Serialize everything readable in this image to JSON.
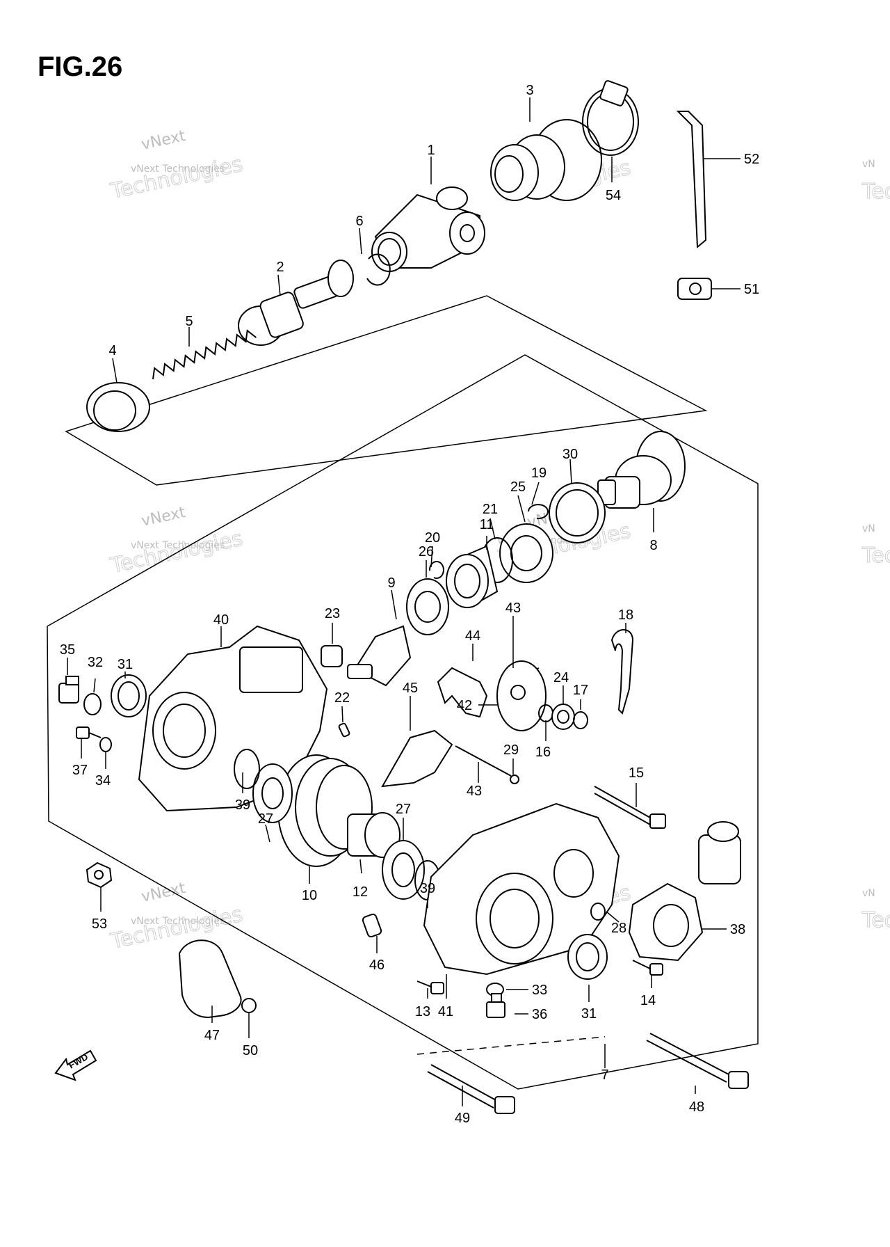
{
  "figure": {
    "title": "FIG.26"
  },
  "watermark": {
    "line1": "vNext",
    "line2": "vNext Technologies",
    "line3": "Technologies",
    "partial": "Tec",
    "partial_small": "vN"
  },
  "fwd_label": "FWD",
  "callouts": [
    {
      "id": "c1",
      "label": "1"
    },
    {
      "id": "c2",
      "label": "2"
    },
    {
      "id": "c3",
      "label": "3"
    },
    {
      "id": "c4",
      "label": "4"
    },
    {
      "id": "c5",
      "label": "5"
    },
    {
      "id": "c6",
      "label": "6"
    },
    {
      "id": "c7",
      "label": "7"
    },
    {
      "id": "c8",
      "label": "8"
    },
    {
      "id": "c9",
      "label": "9"
    },
    {
      "id": "c10",
      "label": "10"
    },
    {
      "id": "c11",
      "label": "11"
    },
    {
      "id": "c12",
      "label": "12"
    },
    {
      "id": "c13",
      "label": "13"
    },
    {
      "id": "c14",
      "label": "14"
    },
    {
      "id": "c15",
      "label": "15"
    },
    {
      "id": "c16",
      "label": "16"
    },
    {
      "id": "c17",
      "label": "17"
    },
    {
      "id": "c18",
      "label": "18"
    },
    {
      "id": "c19",
      "label": "19"
    },
    {
      "id": "c20",
      "label": "20"
    },
    {
      "id": "c21",
      "label": "21"
    },
    {
      "id": "c22",
      "label": "22"
    },
    {
      "id": "c23",
      "label": "23"
    },
    {
      "id": "c24",
      "label": "24"
    },
    {
      "id": "c25",
      "label": "25"
    },
    {
      "id": "c26",
      "label": "26"
    },
    {
      "id": "c27a",
      "label": "27"
    },
    {
      "id": "c27b",
      "label": "27"
    },
    {
      "id": "c28",
      "label": "28"
    },
    {
      "id": "c29",
      "label": "29"
    },
    {
      "id": "c30",
      "label": "30"
    },
    {
      "id": "c31a",
      "label": "31"
    },
    {
      "id": "c31b",
      "label": "31"
    },
    {
      "id": "c32",
      "label": "32"
    },
    {
      "id": "c33",
      "label": "33"
    },
    {
      "id": "c34",
      "label": "34"
    },
    {
      "id": "c35",
      "label": "35"
    },
    {
      "id": "c36",
      "label": "36"
    },
    {
      "id": "c37",
      "label": "37"
    },
    {
      "id": "c38",
      "label": "38"
    },
    {
      "id": "c39a",
      "label": "39"
    },
    {
      "id": "c39b",
      "label": "39"
    },
    {
      "id": "c40",
      "label": "40"
    },
    {
      "id": "c41",
      "label": "41"
    },
    {
      "id": "c42",
      "label": "42"
    },
    {
      "id": "c43a",
      "label": "43"
    },
    {
      "id": "c43b",
      "label": "43"
    },
    {
      "id": "c44",
      "label": "44"
    },
    {
      "id": "c45",
      "label": "45"
    },
    {
      "id": "c46",
      "label": "46"
    },
    {
      "id": "c47",
      "label": "47"
    },
    {
      "id": "c48",
      "label": "48"
    },
    {
      "id": "c49",
      "label": "49"
    },
    {
      "id": "c50",
      "label": "50"
    },
    {
      "id": "c51",
      "label": "51"
    },
    {
      "id": "c52",
      "label": "52"
    },
    {
      "id": "c53",
      "label": "53"
    },
    {
      "id": "c54",
      "label": "54"
    }
  ]
}
